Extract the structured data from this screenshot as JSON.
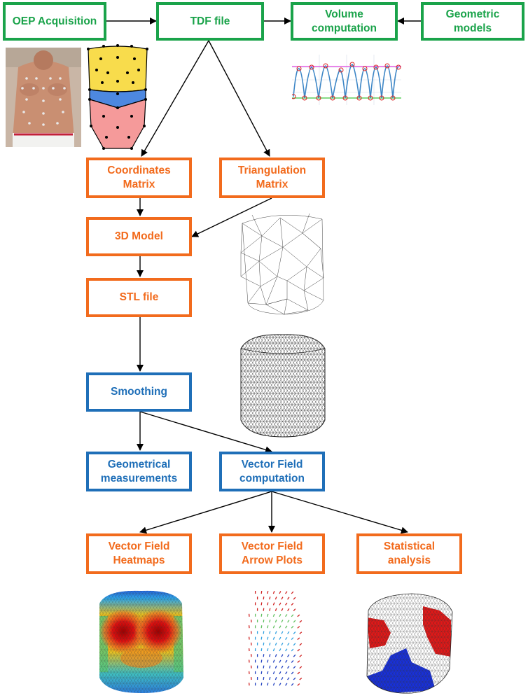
{
  "colors": {
    "green": "#1aa34a",
    "orange": "#f26b1d",
    "blue": "#1f6fb8",
    "arrow": "#000000"
  },
  "boxes": {
    "oep": {
      "line1": "OEP Acquisition",
      "line2": ""
    },
    "tdf": {
      "line1": "TDF file",
      "line2": ""
    },
    "volume": {
      "line1": "Volume",
      "line2": "computation"
    },
    "geometric_models": {
      "line1": "Geometric",
      "line2": "models"
    },
    "coordinates": {
      "line1": "Coordinates",
      "line2": "Matrix"
    },
    "triangulation": {
      "line1": "Triangulation",
      "line2": "Matrix"
    },
    "model3d": {
      "line1": "3D Model",
      "line2": ""
    },
    "stl": {
      "line1": "STL file",
      "line2": ""
    },
    "smoothing": {
      "line1": "Smoothing",
      "line2": ""
    },
    "geometrical": {
      "line1": "Geometrical",
      "line2": "measurements"
    },
    "vector_field": {
      "line1": "Vector Field",
      "line2": "computation"
    },
    "heatmaps": {
      "line1": "Vector Field",
      "line2": "Heatmaps"
    },
    "arrows": {
      "line1": "Vector Field",
      "line2": "Arrow Plots"
    },
    "statistical": {
      "line1": "Statistical",
      "line2": "analysis"
    }
  },
  "images": {
    "torso_photo": "torso-photo-with-markers",
    "marker_model": "marker-geometric-model",
    "volume_plot": "volume-signal-plot",
    "wireframe_raw": "raw-mesh-wireframe",
    "wireframe_smooth": "smoothed-mesh-wireframe",
    "heatmap": "vector-field-heatmap",
    "arrow_plot": "vector-field-arrow-plot",
    "stat_map": "statistical-map"
  }
}
